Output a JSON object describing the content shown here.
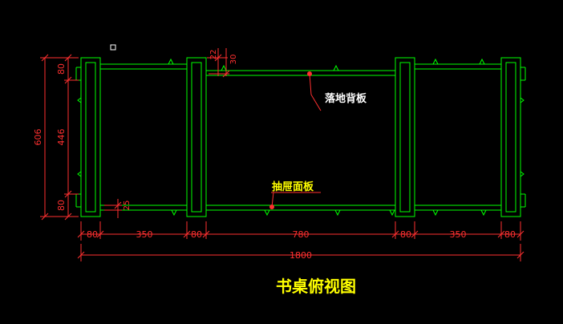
{
  "drawing": {
    "title": "书桌俯视图",
    "labels": {
      "back_panel": "落地背板",
      "drawer_face": "抽屉面板"
    },
    "dims_bottom": [
      "80",
      "350",
      "80",
      "780",
      "80",
      "350",
      "80"
    ],
    "dim_total": "1800",
    "dims_left": {
      "overall": "606",
      "top": "80",
      "middle": "446",
      "bottom": "80"
    },
    "dims_small": {
      "a": "22",
      "b": "30",
      "c": "25"
    },
    "colors": {
      "background": "#000000",
      "geometry": "#00ff00",
      "dimensions": "#ff3030",
      "title": "#ffff00"
    }
  }
}
